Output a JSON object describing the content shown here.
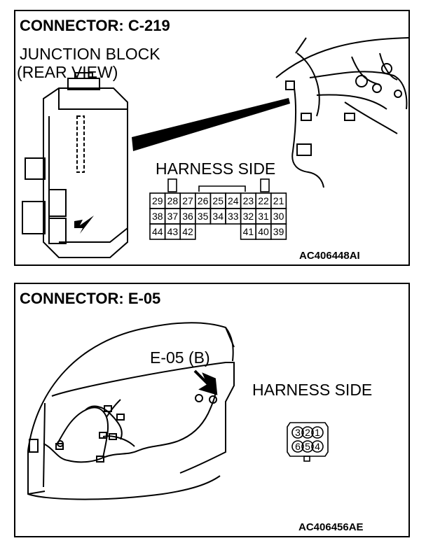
{
  "connector_c219": {
    "title": "CONNECTOR: C-219",
    "junction_line1": "JUNCTION BLOCK",
    "junction_line2": "(REAR VIEW)",
    "harness_side": "HARNESS SIDE",
    "figure_code": "AC406448AI",
    "pins_row1": [
      "29",
      "28",
      "27",
      "26",
      "25",
      "24",
      "23",
      "22",
      "21"
    ],
    "pins_row2": [
      "38",
      "37",
      "36",
      "35",
      "34",
      "33",
      "32",
      "31",
      "30"
    ],
    "pins_row3": [
      "44",
      "43",
      "42",
      "",
      "",
      "",
      "41",
      "40",
      "39"
    ]
  },
  "connector_e05": {
    "title": "CONNECTOR: E-05",
    "callout": "E-05 (B)",
    "harness_side": "HARNESS SIDE",
    "figure_code": "AC406456AE",
    "pins_top": [
      "3",
      "2",
      "1"
    ],
    "pins_bottom": [
      "6",
      "5",
      "4"
    ]
  }
}
